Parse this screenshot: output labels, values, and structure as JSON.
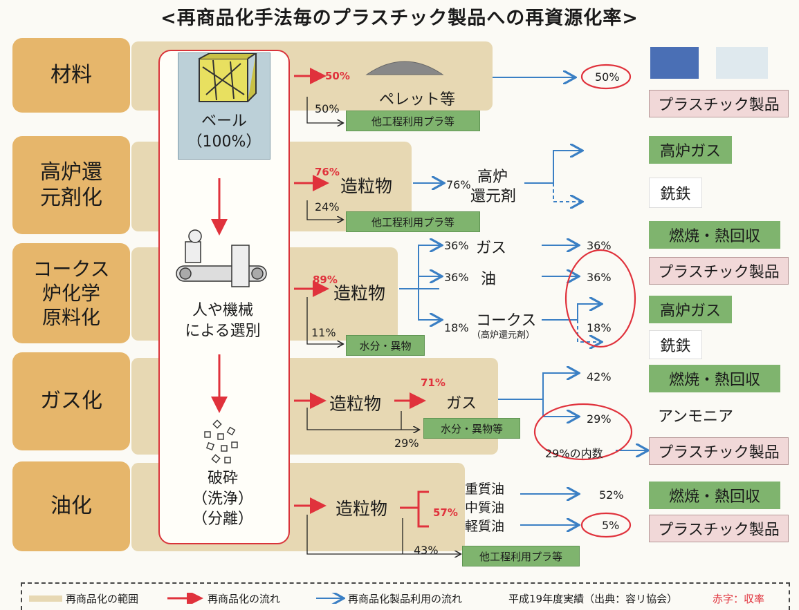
{
  "title": "<再商品化手法毎のプラスチック製品への再資源化率>",
  "categories": [
    "材料",
    "高炉還\n元剤化",
    "コークス\n炉化学\n原料化",
    "ガス化",
    "油化"
  ],
  "process": {
    "bale_l1": "ベール",
    "bale_l2": "（100%）",
    "sort_l1": "人や機械",
    "sort_l2": "による選別",
    "crush_l1": "破砕",
    "crush_l2": "（洗浄）",
    "crush_l3": "（分離）"
  },
  "material": {
    "rate": "50%",
    "product": "ペレット等",
    "other_pct": "50%",
    "other_box": "他工程利用プラ等",
    "result": "50%",
    "output": "プラスチック製品"
  },
  "blast": {
    "rate": "76%",
    "product": "造粒物",
    "pct": "76%",
    "agent_l1": "高炉",
    "agent_l2": "還元剤",
    "other_pct": "24%",
    "other_box": "他工程利用プラ等",
    "out1": "高炉ガス",
    "out2": "銑鉄"
  },
  "coke": {
    "rate": "89%",
    "product": "造粒物",
    "gas_pct": "36%",
    "gas": "ガス",
    "oil_pct": "36%",
    "oil": "油",
    "coke_pct": "18%",
    "coke": "コークス",
    "coke_sub": "（高炉還元剤）",
    "res_gas": "36%",
    "res_oil": "36%",
    "res_coke": "18%",
    "other_pct": "11%",
    "other_box": "水分・異物",
    "out1": "燃焼・熱回収",
    "out2": "プラスチック製品",
    "out3": "高炉ガス",
    "out4": "銑鉄"
  },
  "gasify": {
    "product": "造粒物",
    "rate": "71%",
    "gas": "ガス",
    "res1": "42%",
    "res2": "29%",
    "inner": "29%の内数",
    "other_pct": "29%",
    "other_box": "水分・異物等",
    "out1": "燃焼・熱回収",
    "out2": "アンモニア",
    "out3": "プラスチック製品"
  },
  "oil": {
    "product": "造粒物",
    "rate": "57%",
    "heavy": "重質油",
    "mid": "中質油",
    "light": "軽質油",
    "res1": "52%",
    "res2": "5%",
    "other_pct": "43%",
    "other_box": "他工程利用プラ等",
    "out1": "燃焼・熱回収",
    "out2": "プラスチック製品"
  },
  "legend": {
    "range": "再商品化の範囲",
    "flow": "再商品化の流れ",
    "use": "再商品化製品利用の流れ",
    "source": "平成19年度実績（出典：容リ協会）",
    "note": "赤字：収率"
  },
  "colors": {
    "red": "#e0323c",
    "blue": "#3a7fc4",
    "band": "#e7d8b3",
    "category": "#e6b66b",
    "green": "#7fb46e",
    "pink": "#f1d8d8"
  }
}
